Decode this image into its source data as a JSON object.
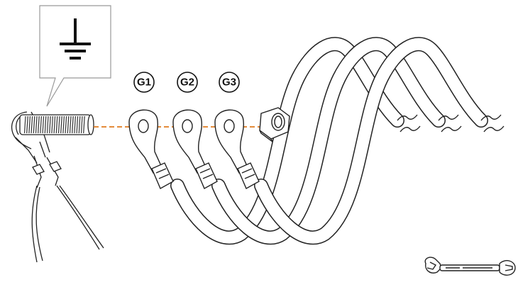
{
  "diagram": {
    "ground_symbol": "ground-icon",
    "labels": [
      {
        "id": "g1",
        "text": "G1"
      },
      {
        "id": "g2",
        "text": "G2"
      },
      {
        "id": "g3",
        "text": "G3"
      }
    ],
    "tool_icon": "wrench-icon",
    "colors": {
      "stroke": "#222222",
      "cable_fill": "#ffffff",
      "alignment_line": "#e07b1f",
      "callout_border": "#999999"
    }
  }
}
